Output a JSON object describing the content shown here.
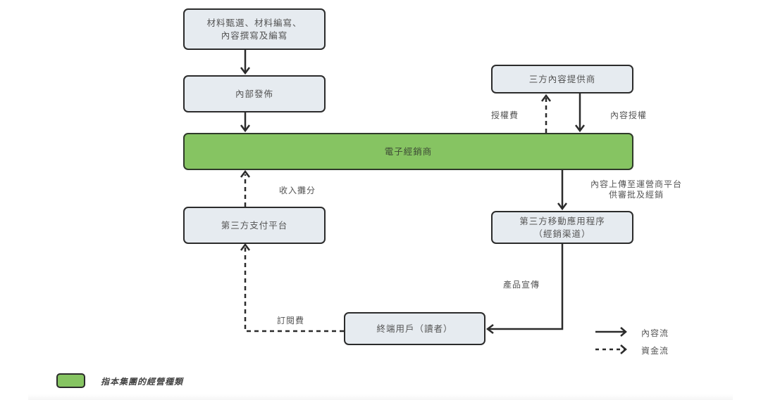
{
  "diagram": {
    "nodes": {
      "material": {
        "line1": "材料甄選、材料編寫、",
        "line2": "內容撰寫及編寫"
      },
      "internal_publish": {
        "label": "內部發佈"
      },
      "e_distributor": {
        "label": "電子經銷商",
        "highlighted": true
      },
      "third_party_content": {
        "label": "三方內容提供商"
      },
      "third_party_payment": {
        "label": "第三方支付平台"
      },
      "third_party_app": {
        "line1": "第三方移動應用程序",
        "line2": "（經銷渠道）"
      },
      "end_user": {
        "label": "終端用戶（讀者）"
      }
    },
    "edge_labels": {
      "license_fee": "授權費",
      "content_license": "內容授權",
      "revenue_share": "收入攤分",
      "upload_line1": "內容上傳至運營商平台",
      "upload_line2": "供審批及經銷",
      "promotion": "產品宣傳",
      "subscription_fee": "訂閱費"
    },
    "edges": [
      {
        "from": "material",
        "to": "internal_publish",
        "type": "content"
      },
      {
        "from": "internal_publish",
        "to": "e_distributor",
        "type": "content"
      },
      {
        "from": "third_party_content",
        "to": "e_distributor",
        "type": "content",
        "label": "內容授權"
      },
      {
        "from": "e_distributor",
        "to": "third_party_content",
        "type": "funds",
        "label": "授權費"
      },
      {
        "from": "third_party_payment",
        "to": "e_distributor",
        "type": "funds",
        "label": "收入攤分"
      },
      {
        "from": "e_distributor",
        "to": "third_party_app",
        "type": "content",
        "label": "內容上傳至運營商平台供審批及經銷"
      },
      {
        "from": "third_party_app",
        "to": "end_user",
        "type": "content",
        "label": "產品宣傳"
      },
      {
        "from": "end_user",
        "to": "third_party_payment",
        "type": "funds",
        "label": "訂閱費"
      }
    ],
    "legend": {
      "content_flow": "內容流",
      "funds_flow": "資金流",
      "group_note": "指本集團的經營種類"
    },
    "colors": {
      "highlight_green": "#86c462",
      "box_fill": "#e6ebf0",
      "line": "#2b2b2b"
    }
  }
}
